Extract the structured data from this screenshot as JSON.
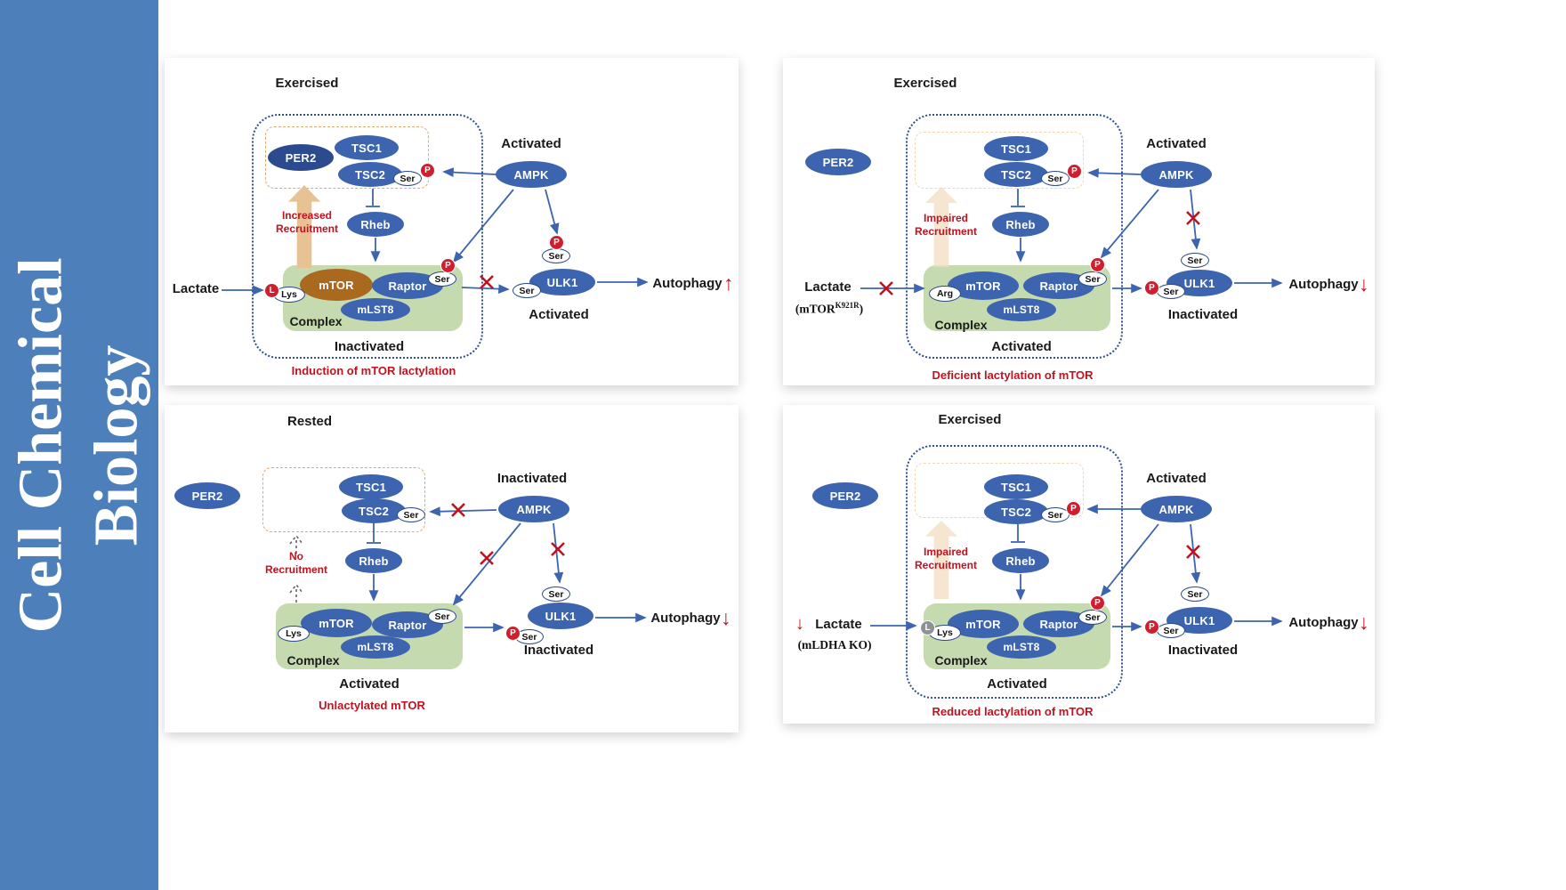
{
  "banner": {
    "line1": "Cell Chemical",
    "line2": "Biology"
  },
  "panels": {
    "p1": {
      "title": "Exercised",
      "per2": "PER2",
      "tsc1": "TSC1",
      "tsc2": "TSC2",
      "tsc2_ser": "Ser",
      "tsc2_p": "P",
      "ampk_state": "Activated",
      "ampk": "AMPK",
      "recruit_line1": "Increased",
      "recruit_line2": "Recruitment",
      "rheb": "Rheb",
      "lactate": "Lactate",
      "l_badge": "L",
      "lys": "Lys",
      "mtor": "mTOR",
      "raptor": "Raptor",
      "mlst8": "mLST8",
      "raptor_ser": "Ser",
      "raptor_p": "P",
      "complex": "Complex",
      "complex_state": "Inactivated",
      "ulk1_p_top": "P",
      "ulk1_ser_top": "Ser",
      "ulk1_ser_left": "Ser",
      "ulk1": "ULK1",
      "ulk1_state": "Activated",
      "autophagy": "Autophagy",
      "autophagy_dir": "↑",
      "caption": "Induction of mTOR lactylation"
    },
    "p2": {
      "title": "Exercised",
      "per2": "PER2",
      "tsc1": "TSC1",
      "tsc2": "TSC2",
      "tsc2_ser": "Ser",
      "tsc2_p": "P",
      "ampk_state": "Activated",
      "ampk": "AMPK",
      "recruit_line1": "Impaired",
      "recruit_line2": "Recruitment",
      "rheb": "Rheb",
      "lactate": "Lactate",
      "lactate_sub_base": "(mTOR",
      "lactate_sub_sup": "K921R",
      "lactate_sub_end": ")",
      "arg": "Arg",
      "mtor": "mTOR",
      "raptor": "Raptor",
      "mlst8": "mLST8",
      "raptor_ser": "Ser",
      "raptor_p": "P",
      "complex": "Complex",
      "complex_state": "Activated",
      "ulk1_ser_top": "Ser",
      "ulk1_p_left": "P",
      "ulk1_ser_left": "Ser",
      "ulk1": "ULK1",
      "ulk1_state": "Inactivated",
      "autophagy": "Autophagy",
      "autophagy_dir": "↓",
      "caption": "Deficient lactylation of mTOR"
    },
    "p3": {
      "title": "Rested",
      "per2": "PER2",
      "tsc1": "TSC1",
      "tsc2": "TSC2",
      "tsc2_ser": "Ser",
      "ampk_state": "Inactivated",
      "ampk": "AMPK",
      "recruit_line1": "No",
      "recruit_line2": "Recruitment",
      "rheb": "Rheb",
      "lys": "Lys",
      "mtor": "mTOR",
      "raptor": "Raptor",
      "mlst8": "mLST8",
      "raptor_ser": "Ser",
      "complex": "Complex",
      "complex_state": "Activated",
      "ulk1_ser_top": "Ser",
      "ulk1_p_left": "P",
      "ulk1_ser_left": "Ser",
      "ulk1": "ULK1",
      "ulk1_state": "Inactivated",
      "autophagy": "Autophagy",
      "autophagy_dir": "↓",
      "caption": "Unlactylated mTOR"
    },
    "p4": {
      "title": "Exercised",
      "per2": "PER2",
      "tsc1": "TSC1",
      "tsc2": "TSC2",
      "tsc2_ser": "Ser",
      "tsc2_p": "P",
      "ampk_state": "Activated",
      "ampk": "AMPK",
      "recruit_line1": "Impaired",
      "recruit_line2": "Recruitment",
      "rheb": "Rheb",
      "lactate_dir": "↓",
      "lactate": "Lactate",
      "lactate_sub": "(mLDHA KO)",
      "l_badge": "L",
      "lys": "Lys",
      "mtor": "mTOR",
      "raptor": "Raptor",
      "mlst8": "mLST8",
      "raptor_ser": "Ser",
      "raptor_p": "P",
      "complex": "Complex",
      "complex_state": "Activated",
      "ulk1_ser_top": "Ser",
      "ulk1_p_left": "P",
      "ulk1_ser_left": "Ser",
      "ulk1": "ULK1",
      "ulk1_state": "Inactivated",
      "autophagy": "Autophagy",
      "autophagy_dir": "↓",
      "caption": "Reduced lactylation of mTOR"
    }
  }
}
